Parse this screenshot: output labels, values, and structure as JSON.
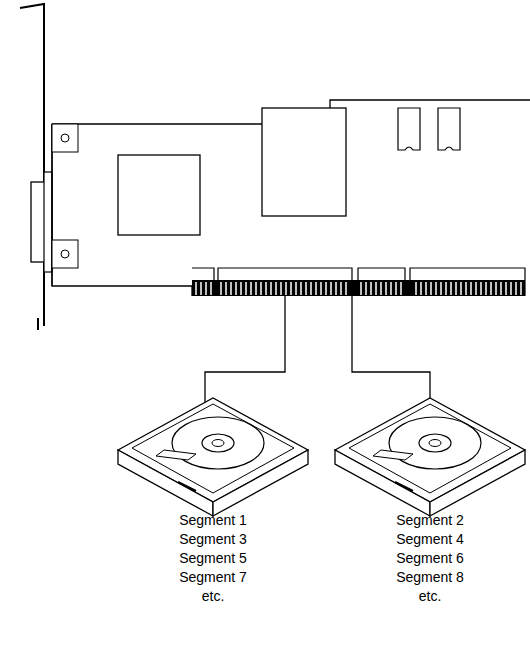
{
  "diagram": {
    "labels": [
      "Segment 1",
      "Segment 3",
      "Segment 5",
      "Segment 7",
      "etc.",
      "Segment 2",
      "Segment 4",
      "Segment 6",
      "Segment 8",
      "etc."
    ]
  }
}
